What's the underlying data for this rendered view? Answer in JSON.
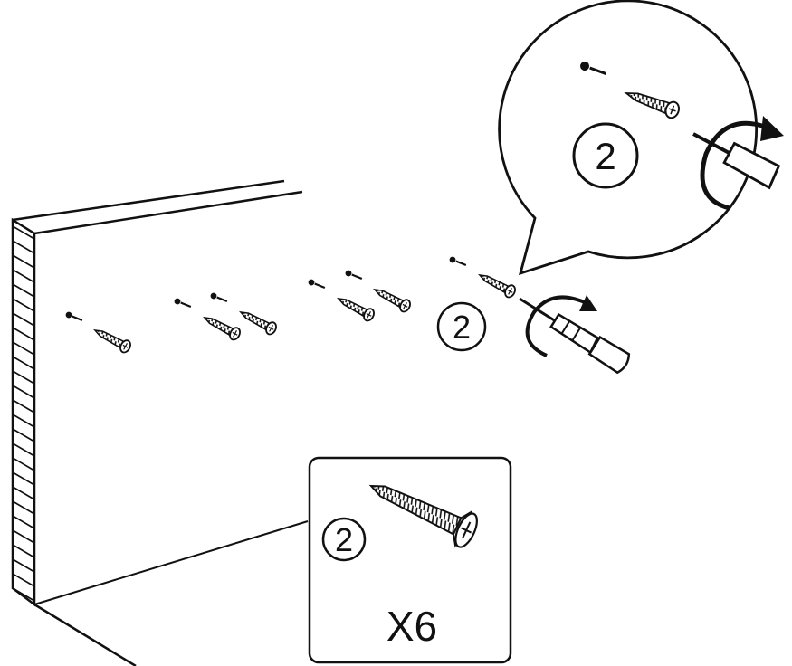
{
  "instruction": {
    "step_markers": {
      "wall_step": "2",
      "callout_step": "2",
      "parts_step": "2"
    },
    "parts_box": {
      "part_step": "2",
      "quantity": "X6"
    },
    "icons": {
      "screw": "screw-icon",
      "screwdriver": "screwdriver-icon",
      "rotation_arrow": "rotation-arrow-icon",
      "wall": "wall-icon",
      "wall_plug": "wall-plug-icon"
    },
    "colors": {
      "line": "#111111",
      "background": "#ffffff"
    }
  }
}
